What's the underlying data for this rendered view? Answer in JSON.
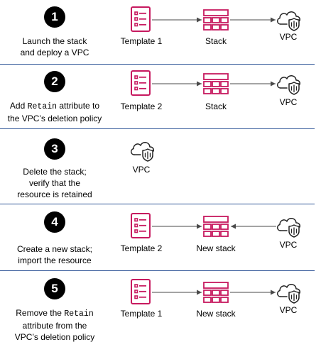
{
  "steps": [
    {
      "number": "1",
      "line1": "Launch the stack",
      "line2": "and deploy a VPC",
      "template_label": "Template 1",
      "stack_label": "Stack",
      "vpc_label": "VPC",
      "arrow_direction": "right"
    },
    {
      "number": "2",
      "line1_pre": "Add ",
      "line1_code": "Retain",
      "line1_post": " attribute to",
      "line2": "the VPC’s deletion policy",
      "template_label": "Template 2",
      "stack_label": "Stack",
      "vpc_label": "VPC",
      "arrow_direction": "right"
    },
    {
      "number": "3",
      "line1": "Delete the stack;",
      "line2": "verify that the",
      "line3": "resource is retained",
      "vpc_label": "VPC"
    },
    {
      "number": "4",
      "line1": "Create a new stack;",
      "line2": "import the resource",
      "template_label": "Template 2",
      "stack_label": "New stack",
      "vpc_label": "VPC",
      "arrow_direction": "left"
    },
    {
      "number": "5",
      "line1_pre": "Remove the ",
      "line1_code": "Retain",
      "line2": "attribute from the",
      "line3": "VPC’s deletion policy",
      "template_label": "Template 1",
      "stack_label": "New stack",
      "vpc_label": "VPC",
      "arrow_direction": "right"
    }
  ],
  "colors": {
    "icon_accent": "#c7195f",
    "divider": "#2f5597",
    "arrow": "#4a4a4a",
    "badge": "#000000"
  },
  "icons": {
    "template": "template-document-icon",
    "stack": "stack-grid-icon",
    "vpc": "vpc-cloud-shield-icon"
  }
}
